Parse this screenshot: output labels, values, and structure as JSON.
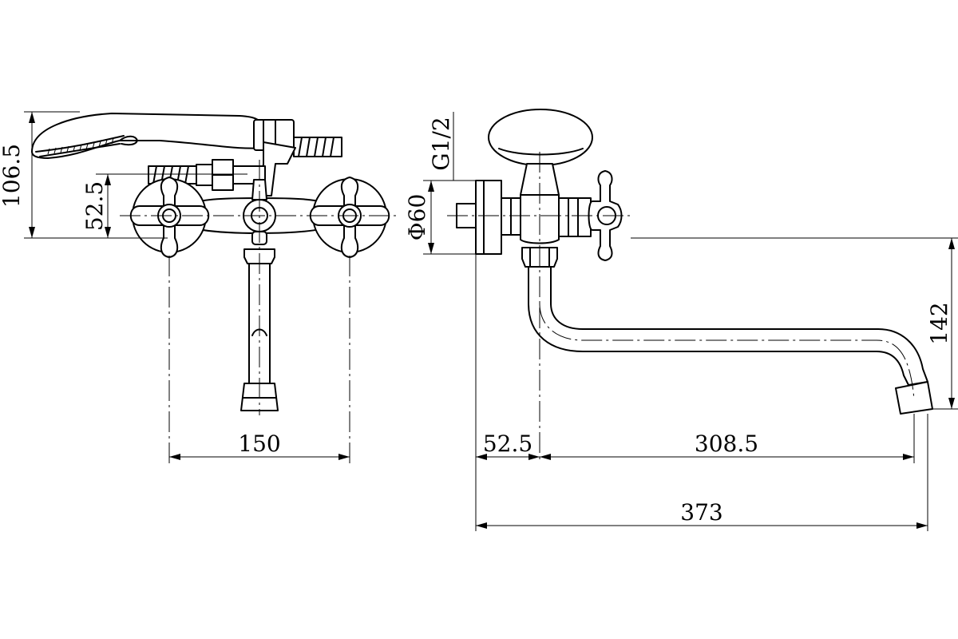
{
  "front_view": {
    "dimensions": {
      "shower_height": "106.5",
      "handle_height": "52.5",
      "handle_spacing": "150"
    }
  },
  "side_view": {
    "dimensions": {
      "thread": "G1/2",
      "flange_diameter": "Φ60",
      "wall_offset": "52.5",
      "spout_reach": "308.5",
      "total_length": "373",
      "spout_drop": "142"
    }
  }
}
